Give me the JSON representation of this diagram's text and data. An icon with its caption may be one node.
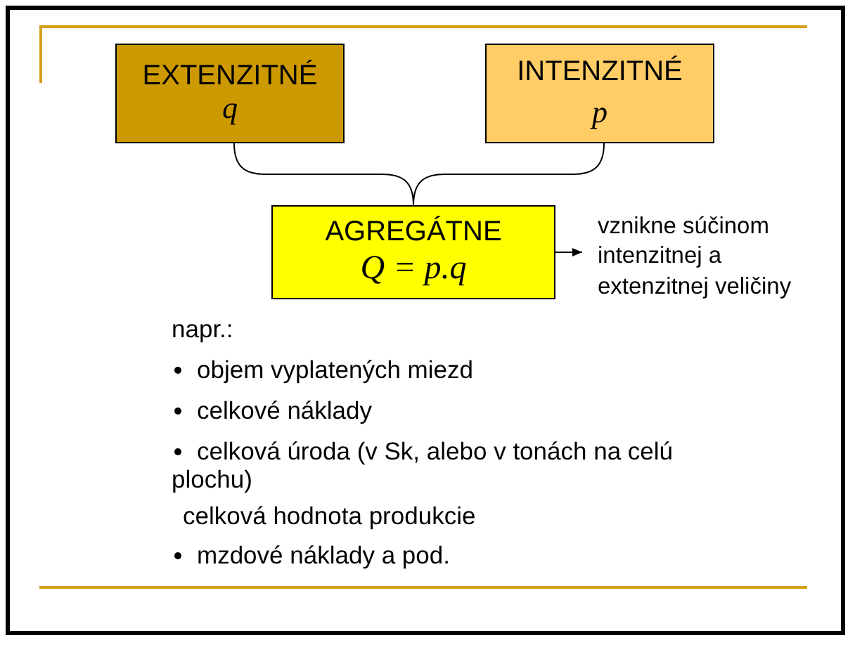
{
  "diagram": {
    "nodes": [
      {
        "text": [
          "EXTENZITNÉ",
          "q"
        ]
      },
      {
        "text": [
          "INTENZITNÉ",
          "p"
        ]
      },
      {
        "text": [
          "AGREGÁTNE",
          "Q = p.q"
        ]
      },
      {
        "text": [
          "vznikne súčinom intenzitnej a extenzitnej veličiny"
        ]
      }
    ],
    "edges": [
      {
        "from": 0,
        "to": 2,
        "arrow": "none"
      },
      {
        "from": 1,
        "to": 2,
        "arrow": "none"
      },
      {
        "from": 2,
        "to": 3,
        "arrow": "to"
      }
    ],
    "labels": [
      "napr.:",
      "objem vyplatených miezd",
      "celkové náklady",
      "celková úroda (v Sk, alebo v tonách na celú plochu)",
      "celková hodnota produkcie",
      "mzdové náklady a pod."
    ]
  }
}
